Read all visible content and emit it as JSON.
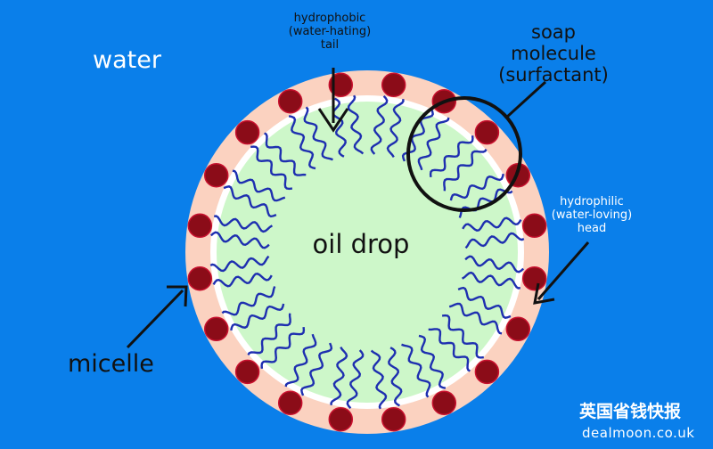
{
  "labels": {
    "water": "water",
    "soap_line1": "soap",
    "soap_line2": "molecule",
    "soap_line3": "(surfactant)",
    "hydrophobic_line1": "hydrophobic",
    "hydrophobic_line2": "(water-hating)",
    "hydrophobic_line3": "tail",
    "hydrophilic_line1": "hydrophilic",
    "hydrophilic_line2": "(water-loving)",
    "hydrophilic_line3": "head",
    "oil_drop": "oil drop",
    "micelle": "micelle"
  },
  "watermark": {
    "chinese": "英国省钱快报",
    "site": "dealmoon.co.uk"
  },
  "colors": {
    "background": "#0A7FEA",
    "outer_shell": "#FBD2C0",
    "oil_core": "#CDF7C9",
    "head": "#8B0C18",
    "tail": "#1E2FB0",
    "arrows": "#111111"
  },
  "micelle": {
    "molecule_count": 20
  }
}
